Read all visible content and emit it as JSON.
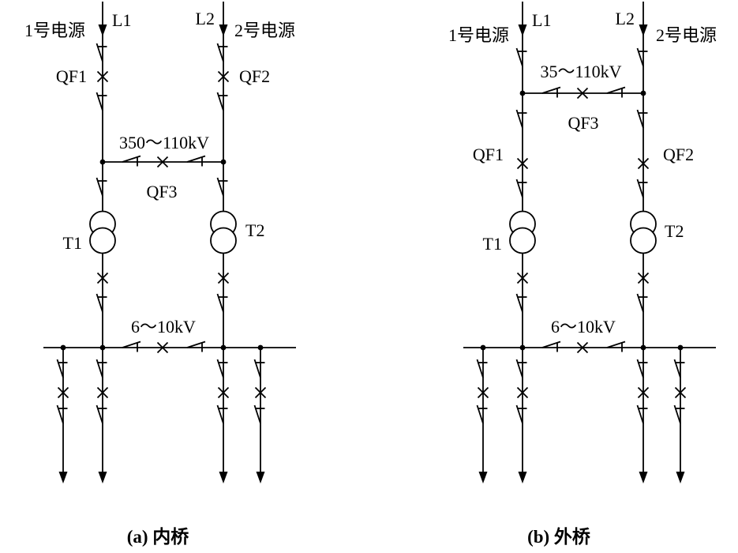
{
  "diagram_a": {
    "caption": "(a) 内桥",
    "source1": "1号电源",
    "source2": "2号电源",
    "line1": "L1",
    "line2": "L2",
    "qf1": "QF1",
    "qf2": "QF2",
    "qf3": "QF3",
    "hv_label": "350～110kV",
    "t1": "T1",
    "t2": "T2",
    "lv_label": "6～10kV"
  },
  "diagram_b": {
    "caption": "(b) 外桥",
    "source1": "1号电源",
    "source2": "2号电源",
    "line1": "L1",
    "line2": "L2",
    "qf1": "QF1",
    "qf2": "QF2",
    "qf3": "QF3",
    "hv_label": "35～110kV",
    "t1": "T1",
    "t2": "T2",
    "lv_label": "6～10kV"
  }
}
